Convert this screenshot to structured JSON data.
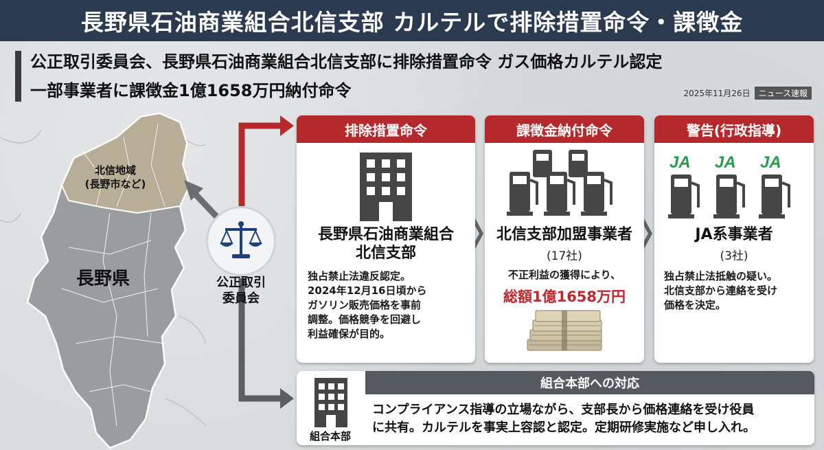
{
  "header": {
    "title": "長野県石油商業組合北信支部 カルテルで排除措置命令・課徴金"
  },
  "subhead": {
    "line1": "公正取引委員会、長野県石油商業組合北信支部に排除措置命令 ガス価格カルテル認定",
    "line2": "一部事業者に課徴金1億1658万円納付命令",
    "date": "2025年11月26日",
    "tag": "ニュース速報"
  },
  "map": {
    "region_label_1": "北信地域",
    "region_label_2": "(長野市など)",
    "prefecture_label": "長野県"
  },
  "jftc": {
    "label_1": "公正取引",
    "label_2": "委員会",
    "icon": "scales-icon"
  },
  "cards": [
    {
      "header": "排除措置命令",
      "title_1": "長野県石油商業組合",
      "title_2": "北信支部",
      "body": [
        "独占禁止法違反認定。",
        "2024年12月16日頃から",
        "ガソリン販売価格を事前",
        "調整。価格競争を回避し",
        "利益確保が目的。"
      ],
      "icon": "building-icon"
    },
    {
      "header": "課徴金納付命令",
      "title": "北信支部加盟事業者",
      "sub": "(17社)",
      "body": "不正利益の獲得により、",
      "amount": "総額1億1658万円",
      "icon": "fuel-pump-icon"
    },
    {
      "header": "警告(行政指導)",
      "title": "JA系事業者",
      "sub": "(3社)",
      "body": [
        "独占禁止法抵触の疑い。",
        "北信支部から連絡を受け",
        "価格を決定。"
      ],
      "icon": "ja-logo-icon",
      "logo_text": "JA"
    }
  ],
  "hq": {
    "header": "組合本部への対応",
    "label": "組合本部",
    "text_1": "コンプライアンス指導の立場ながら、支部長から価格連絡を受け役員",
    "text_2": "に共有。カルテルを事実上容認と認定。定期研修実施など申し入れ。"
  },
  "colors": {
    "title_bg": "#2b3a4e",
    "accent_red": "#b5282c",
    "amount_red": "#c0272d",
    "neutral_head": "#555a60",
    "arrow_red": "#b5282c",
    "arrow_gray": "#5a5e63"
  }
}
